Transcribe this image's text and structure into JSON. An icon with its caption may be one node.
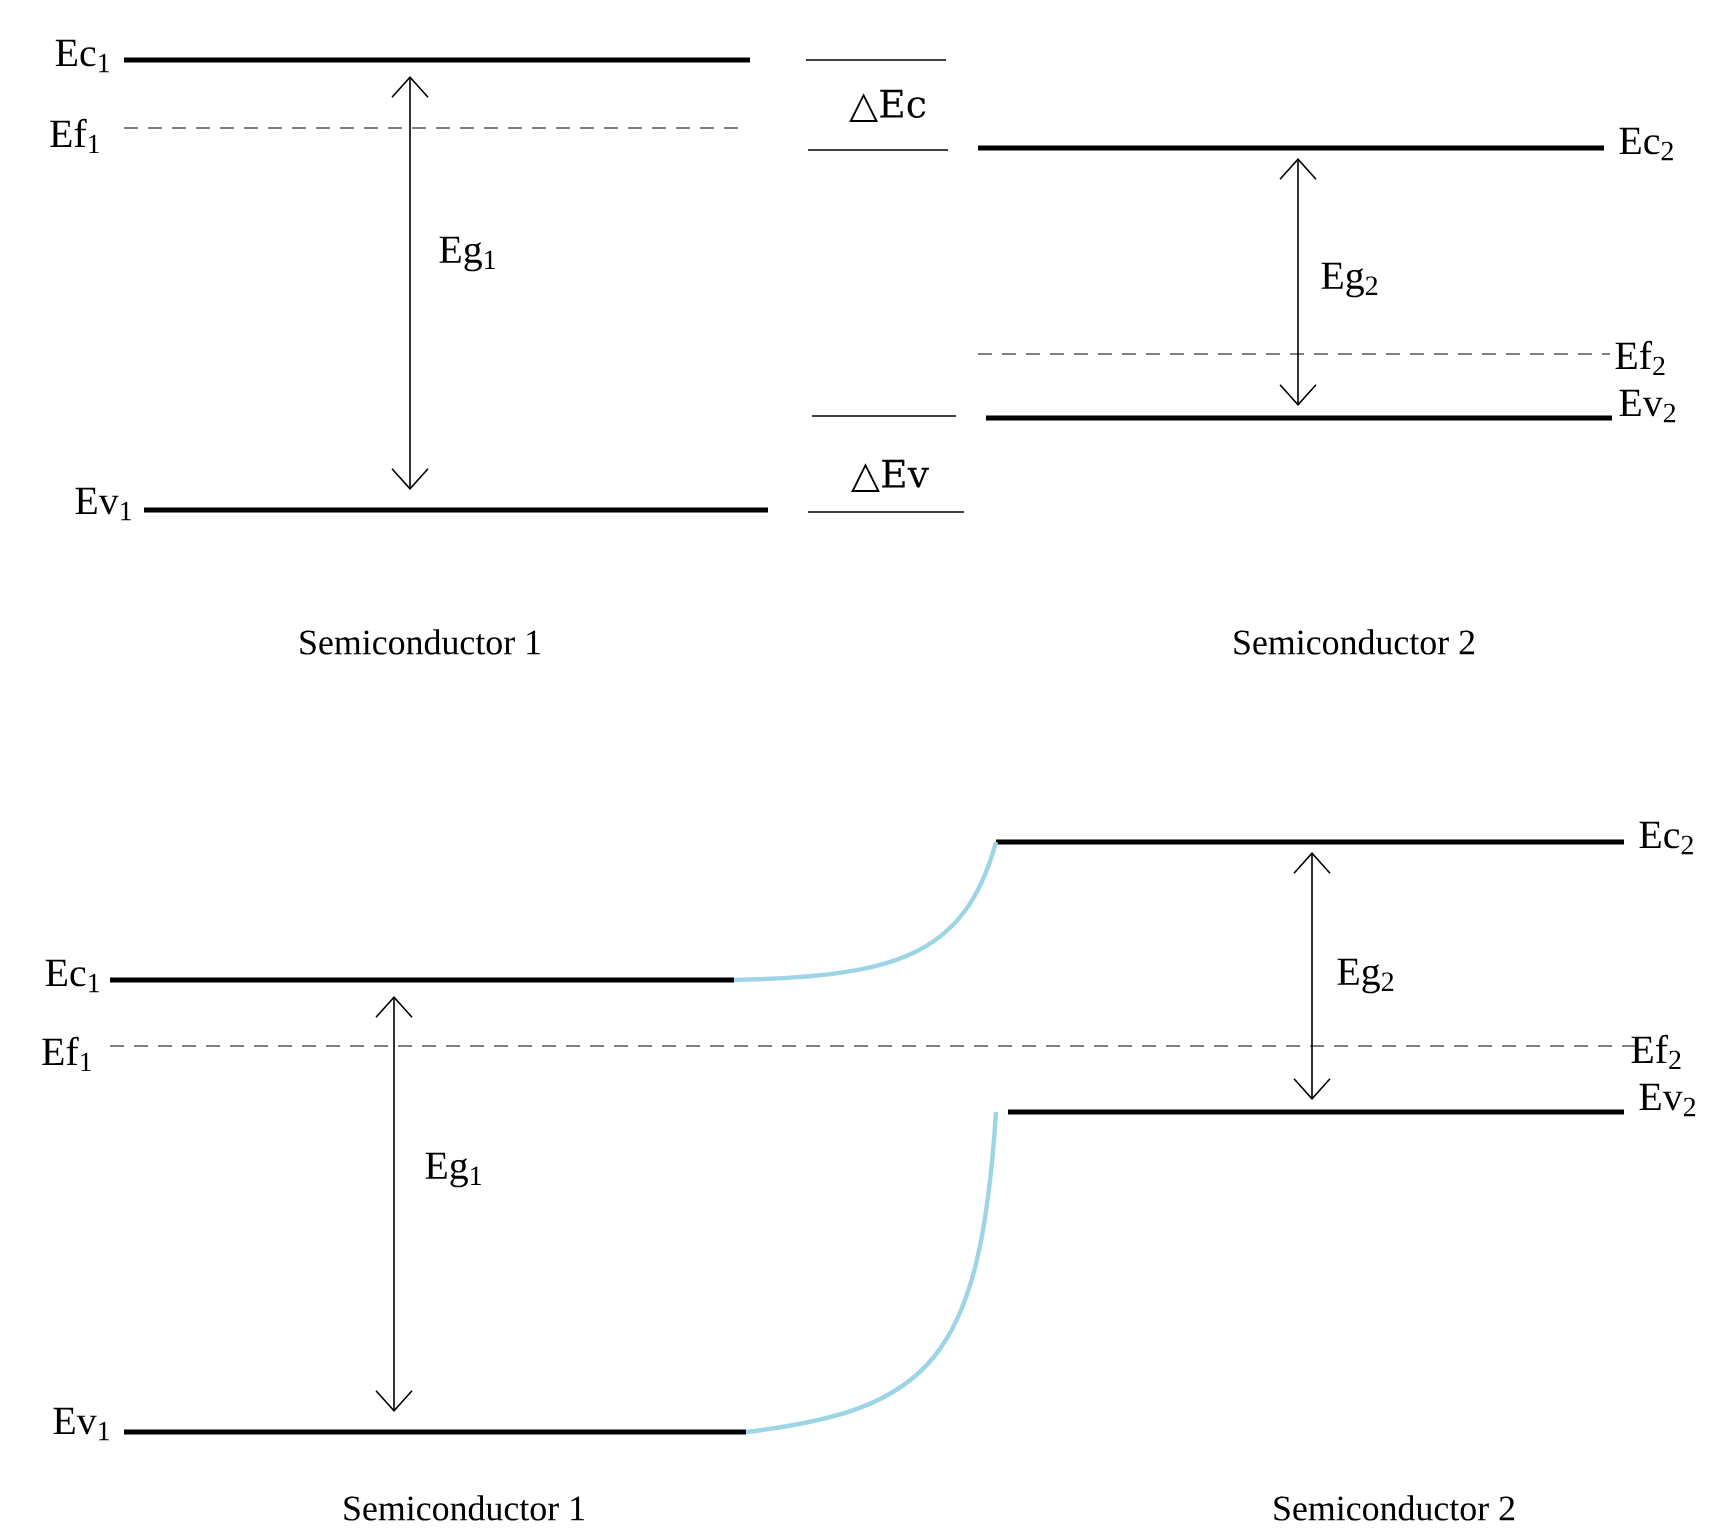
{
  "diagram": {
    "labels": [
      "Ec$_{1}$",
      "△Ec",
      "Ec$_{2}$",
      "Ef$_{1}$",
      "Eg$_{1}$",
      "Eg$_{2}$",
      "Ef$_{2}$",
      "Ev$_{2}$",
      "△Ev",
      "Ev$_{1}$",
      "Semiconductor 1",
      "Semiconductor 2",
      "Ec$_{2}$",
      "Eg$_{2}$",
      "Ec$_{1}$",
      "Ef$_{1}$",
      "Ef$_{2}$",
      "Ev$_{2}$",
      "Eg$_{1}$",
      "Ev$_{1}$",
      "Semiconductor 1",
      "Semiconductor 2"
    ]
  }
}
